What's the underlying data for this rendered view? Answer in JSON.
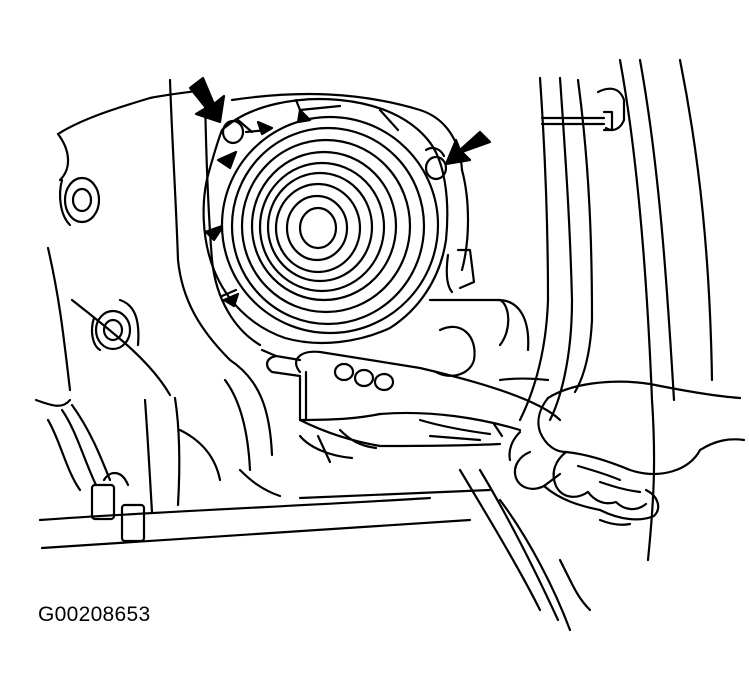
{
  "figure": {
    "id_label": "G00208653",
    "ink_color": "#000000",
    "paper_color": "#ffffff"
  },
  "callouts": [
    {
      "name": "arrow-upper-left",
      "points_to": "speaker-mounting-rivet"
    },
    {
      "name": "arrow-upper-right",
      "points_to": "speaker-mounting-rivet"
    }
  ]
}
